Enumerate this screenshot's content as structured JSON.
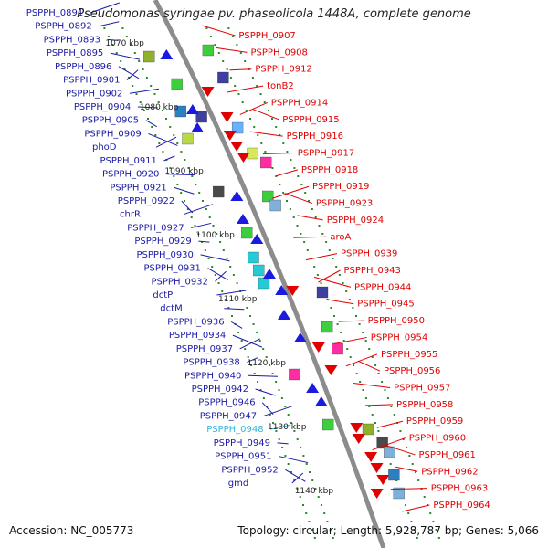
{
  "title": "Pseudomonas syringae pv. phaseolicola 1448A, complete genome",
  "accession_text": "Accession: NC_005773",
  "topology_text": "Topology: circular; Length: 5,928,787 bp; Genes: 5,066",
  "colors": {
    "left_label": "#1a1aa6",
    "right_label": "#e00000",
    "highlight_label": "#33b5e0",
    "backbone": "#8c8c8c",
    "tick": "#2a8a2a",
    "forward_gene": "#e00000",
    "reverse_gene": "#1a1ae0"
  },
  "left_labels": [
    "PSPPH_0891",
    "PSPPH_0892",
    "PSPPH_0893",
    "PSPPH_0895",
    "PSPPH_0896",
    "PSPPH_0901",
    "PSPPH_0902",
    "PSPPH_0904",
    "PSPPH_0905",
    "PSPPH_0909",
    "phoD",
    "PSPPH_0911",
    "PSPPH_0920",
    "PSPPH_0921",
    "PSPPH_0922",
    "chrR",
    "PSPPH_0927",
    "PSPPH_0929",
    "PSPPH_0930",
    "PSPPH_0931",
    "PSPPH_0932",
    "dctP",
    "dctM",
    "PSPPH_0936",
    "PSPPH_0934",
    "PSPPH_0937",
    "PSPPH_0938",
    "PSPPH_0940",
    "PSPPH_0942",
    "PSPPH_0946",
    "PSPPH_0947",
    "PSPPH_0948",
    "PSPPH_0949",
    "PSPPH_0951",
    "PSPPH_0952",
    "gmd"
  ],
  "right_labels": [
    "PSPPH_0907",
    "PSPPH_0908",
    "PSPPH_0912",
    "tonB2",
    "PSPPH_0914",
    "PSPPH_0915",
    "PSPPH_0916",
    "PSPPH_0917",
    "PSPPH_0918",
    "PSPPH_0919",
    "PSPPH_0923",
    "PSPPH_0924",
    "aroA",
    "PSPPH_0939",
    "PSPPH_0943",
    "PSPPH_0944",
    "PSPPH_0945",
    "PSPPH_0950",
    "PSPPH_0954",
    "PSPPH_0955",
    "PSPPH_0956",
    "PSPPH_0957",
    "PSPPH_0958",
    "PSPPH_0959",
    "PSPPH_0960",
    "PSPPH_0961",
    "PSPPH_0962",
    "PSPPH_0963",
    "PSPPH_0964"
  ],
  "highlighted_label": "PSPPH_0948",
  "kbp_labels": [
    "1070 kbp",
    "1080 kbp",
    "1090 kbp",
    "1100 kbp",
    "1110 kbp",
    "1120 kbp",
    "1130 kbp",
    "1140 kbp"
  ]
}
